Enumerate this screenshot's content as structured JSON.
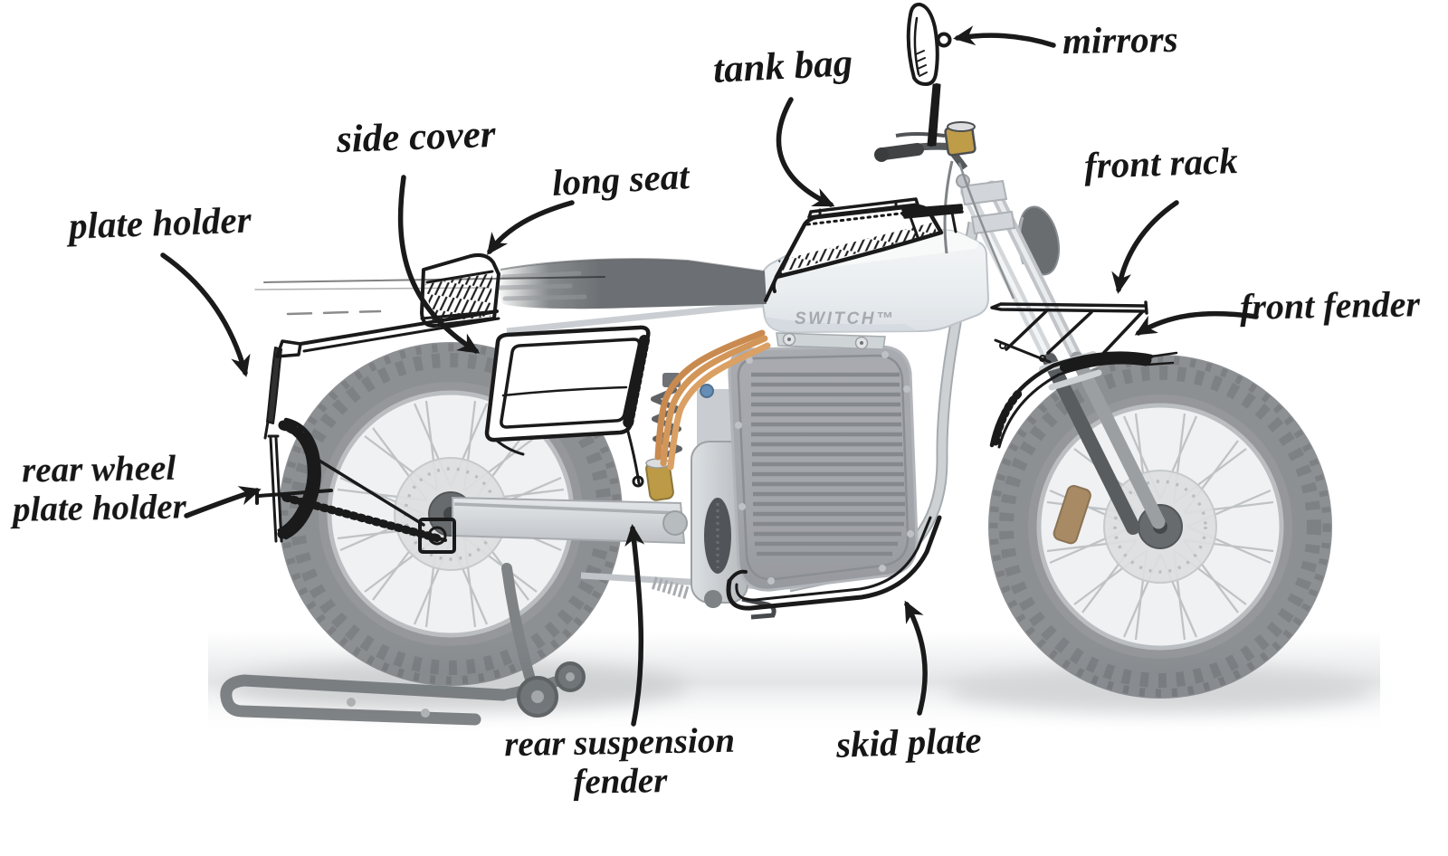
{
  "page": {
    "background": "#ffffff"
  },
  "bike": {
    "brand_logo": "SWITCH™",
    "colors": {
      "sketch_ink": "#1a1a1a",
      "tire_gray": "#7e8184",
      "rim_silver": "#eef0f2",
      "battery_gray": "#989ba0",
      "tank_silver": "#e9edf0",
      "seat_gray": "#5d6165",
      "frame_silver": "#c6cbcf",
      "cable_orange": "#cd8843",
      "reservoir_gold": "#b38d2d"
    }
  },
  "annotations": [
    {
      "id": "mirrors",
      "text": "mirrors"
    },
    {
      "id": "tank-bag",
      "text": "tank bag"
    },
    {
      "id": "side-cover",
      "text": "side cover"
    },
    {
      "id": "long-seat",
      "text": "long seat"
    },
    {
      "id": "plate-holder",
      "text": "plate holder"
    },
    {
      "id": "front-rack",
      "text": "front rack"
    },
    {
      "id": "front-fender",
      "text": "front fender"
    },
    {
      "id": "rear-wheel-plate-holder",
      "text": "rear wheel\nplate holder"
    },
    {
      "id": "rear-suspension-fender",
      "text": "rear suspension\nfender"
    },
    {
      "id": "skid-plate",
      "text": "skid plate"
    }
  ]
}
